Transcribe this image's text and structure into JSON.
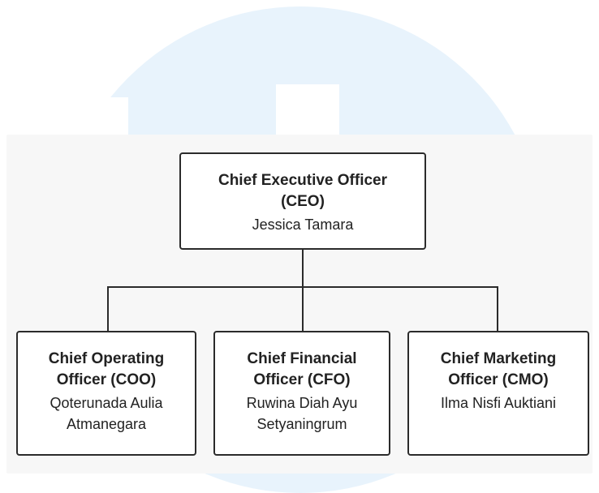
{
  "org_chart": {
    "ceo": {
      "title_line1": "Chief Executive Officer",
      "title_line2": "(CEO)",
      "name": "Jessica Tamara"
    },
    "coo": {
      "title_line1": "Chief Operating",
      "title_line2": "Officer (COO)",
      "name_line1": "Qoterunada Aulia",
      "name_line2": "Atmanegara"
    },
    "cfo": {
      "title_line1": "Chief Financial",
      "title_line2": "Officer (CFO)",
      "name_line1": "Ruwina Diah Ayu",
      "name_line2": "Setyaningrum"
    },
    "cmo": {
      "title_line1": "Chief Marketing",
      "title_line2": "Officer (CMO)",
      "name_line1": "Ilma Nisfi Auktiani"
    }
  },
  "colors": {
    "background_shape": "#e8f3fc",
    "panel": "#f7f7f7",
    "border": "#2b2b2b"
  }
}
